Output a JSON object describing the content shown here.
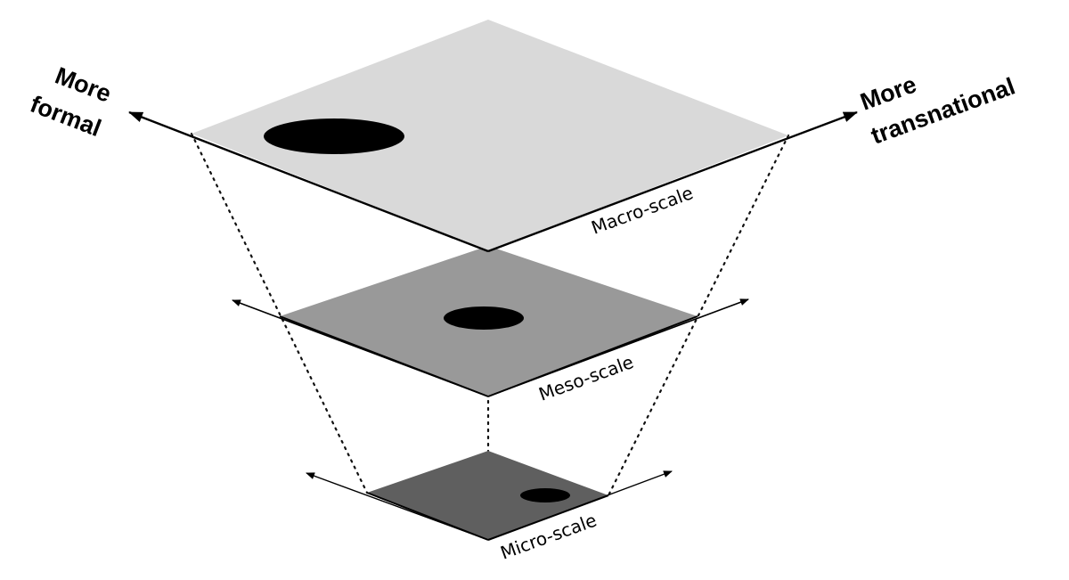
{
  "axes": {
    "left_label_line1": "More",
    "left_label_line2": "formal",
    "right_label_line1": "More",
    "right_label_line2": "transnational"
  },
  "planes": {
    "macro": {
      "label": "Macro-scale",
      "fill": "#d9d9d9"
    },
    "meso": {
      "label": "Meso-scale",
      "fill": "#999999"
    },
    "micro": {
      "label": "Micro-scale",
      "fill": "#5f5f5f"
    }
  },
  "colors": {
    "blob": "#000000",
    "lines": "#000000",
    "background": "#ffffff"
  }
}
